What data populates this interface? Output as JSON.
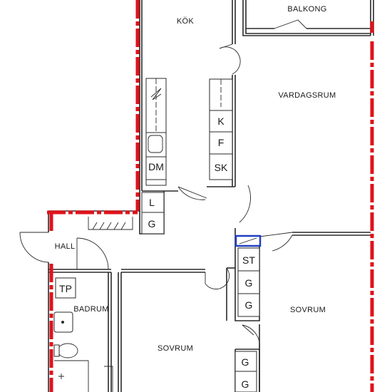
{
  "rooms": {
    "kok": "KÖK",
    "balkong": "BALKONG",
    "vardagsrum": "VARDAGSRUM",
    "hall": "HALL",
    "badrum": "BADRUM",
    "sovrum_1": "SOVRUM",
    "sovrum_2": "SOVRUM"
  },
  "fixtures": {
    "kitchen_k": "K",
    "kitchen_f": "F",
    "kitchen_sk": "SK",
    "kitchen_dm": "DM",
    "closet_l": "L",
    "closet_g": "G",
    "tp": "TP",
    "wardrobe_st": "ST",
    "wardrobe_g1": "G",
    "wardrobe_g2": "G",
    "wardrobe_g3": "G",
    "wardrobe_g4": "G"
  },
  "colors": {
    "exterior_wall_marking": "#e0121a",
    "highlight_box": "#1f3fbf",
    "wall": "#2a2a2a"
  }
}
